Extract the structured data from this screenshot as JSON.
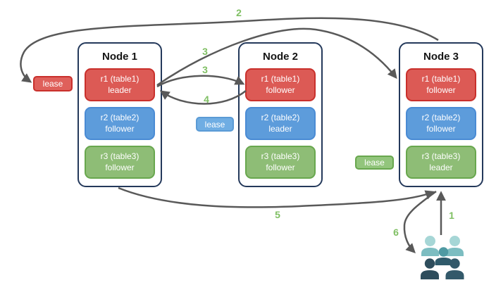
{
  "diagram": {
    "name": "range-lease-replication-diagram"
  },
  "nodes": [
    {
      "title": "Node 1",
      "ranges": [
        {
          "id": "r1 (table1)",
          "role": "leader",
          "color": "red"
        },
        {
          "id": "r2 (table2)",
          "role": "follower",
          "color": "blue"
        },
        {
          "id": "r3 (table3)",
          "role": "follower",
          "color": "green"
        }
      ]
    },
    {
      "title": "Node 2",
      "ranges": [
        {
          "id": "r1 (table1)",
          "role": "follower",
          "color": "red"
        },
        {
          "id": "r2 (table2)",
          "role": "leader",
          "color": "blue"
        },
        {
          "id": "r3 (table3)",
          "role": "follower",
          "color": "green"
        }
      ]
    },
    {
      "title": "Node 3",
      "ranges": [
        {
          "id": "r1 (table1)",
          "role": "follower",
          "color": "red"
        },
        {
          "id": "r2 (table2)",
          "role": "follower",
          "color": "blue"
        },
        {
          "id": "r3 (table3)",
          "role": "leader",
          "color": "green"
        }
      ]
    }
  ],
  "leases": [
    {
      "label": "lease",
      "color": "red"
    },
    {
      "label": "lease",
      "color": "blue"
    },
    {
      "label": "lease",
      "color": "green"
    }
  ],
  "steps": {
    "s1": "1",
    "s2": "2",
    "s3a": "3",
    "s3b": "3",
    "s4": "4",
    "s5": "5",
    "s6": "6"
  },
  "client": {
    "icon": "users-icon"
  },
  "colors": {
    "node-border": "#24395b",
    "arrow-gray": "#595959",
    "step-green": "#7fbf63",
    "red-fill": "#dc5a55",
    "red-border": "#c9302c",
    "red-lease-fill": "#df605b",
    "blue-fill": "#5d9cdb",
    "blue-border": "#4a8bd4",
    "blue-lease-fill": "#6fade3",
    "blue-lease-border": "#5b9bd5",
    "green-fill": "#8ebd76",
    "green-border": "#68a74e",
    "green-lease-fill": "#92c57c",
    "users-light": "#a6d6d6",
    "users-mid": "#7cbdc1",
    "users-teal": "#4f9aa3",
    "users-teal-dark": "#2f5a6b",
    "users-dark": "#2e4d5c",
    "users-slate": "#33596a"
  }
}
